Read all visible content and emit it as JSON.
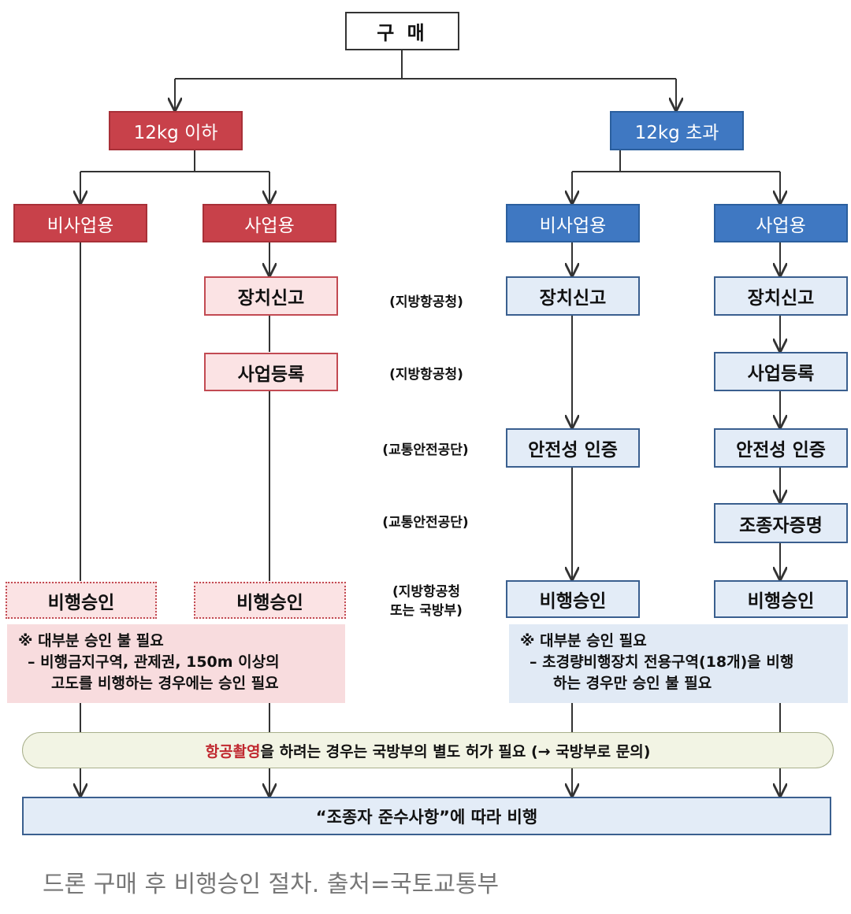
{
  "root": {
    "label": "구 매"
  },
  "branches": {
    "light": {
      "label": "12kg 이하",
      "non_business": {
        "label": "비사업용",
        "approval": "비행승인"
      },
      "business": {
        "label": "사업용",
        "device_report": "장치신고",
        "business_reg": "사업등록",
        "approval": "비행승인"
      },
      "note": {
        "line1": "※ 대부분 승인 불 필요",
        "line2": "– 비행금지구역, 관제권, 150m 이상의",
        "line3": "고도를 비행하는 경우에는 승인 필요"
      }
    },
    "heavy": {
      "label": "12kg 초과",
      "non_business": {
        "label": "비사업용",
        "device_report": "장치신고",
        "safety_cert": "안전성 인증",
        "approval": "비행승인"
      },
      "business": {
        "label": "사업용",
        "device_report": "장치신고",
        "business_reg": "사업등록",
        "safety_cert": "안전성 인증",
        "pilot_cert": "조종자증명",
        "approval": "비행승인"
      },
      "note": {
        "line1": "※ 대부분 승인 필요",
        "line2": "– 초경량비행장치 전용구역(18개)을 비행",
        "line3": "하는 경우만 승인 불 필요"
      }
    }
  },
  "agencies": {
    "device_report": "(지방항공청)",
    "business_reg": "(지방항공청)",
    "safety_cert": "(교통안전공단)",
    "pilot_cert": "(교통안전공단)",
    "approval_line1": "(지방항공청",
    "approval_line2": "또는 국방부)"
  },
  "aerial_notice": {
    "highlight": "항공촬영",
    "text": "을 하려는 경우는 국방부의 별도 허가 필요 (→ 국방부로 문의)"
  },
  "final": {
    "label": "“조종자 준수사항”에 따라 비행"
  },
  "caption": "드론 구매 후 비행승인 절차. 출처=국토교통부",
  "colors": {
    "red": "#c8414a",
    "blue": "#3f78c2",
    "pink_fill": "#fbe3e4",
    "light_blue_fill": "#e3ecf7",
    "highlight_red": "#c0282f"
  }
}
